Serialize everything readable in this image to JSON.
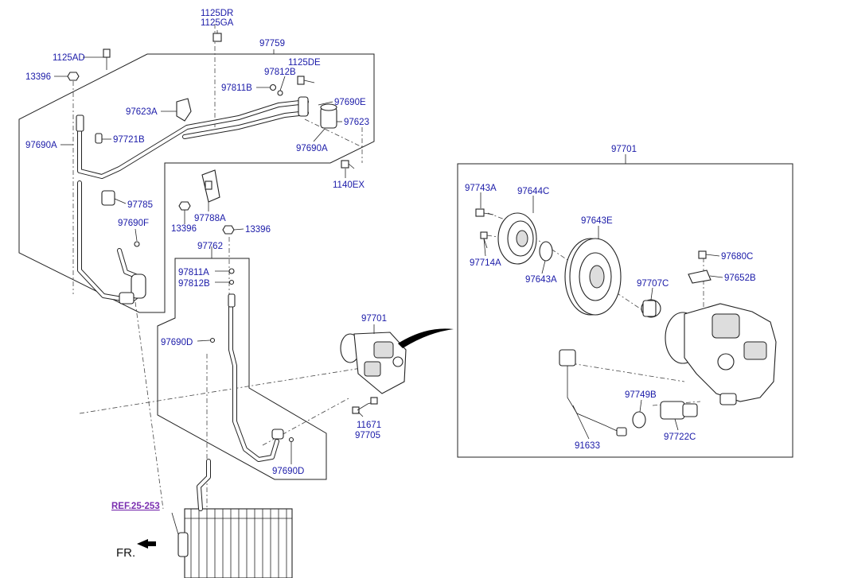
{
  "labels": {
    "l1125dr": "1125DR",
    "l1125ga": "1125GA",
    "l97759": "97759",
    "l1125ad": "1125AD",
    "l13396a": "13396",
    "l97812b_a": "97812B",
    "l1125de": "1125DE",
    "l97811b": "97811B",
    "l97623a": "97623A",
    "l97690e": "97690E",
    "l97623": "97623",
    "l97690a_l": "97690A",
    "l97721b": "97721B",
    "l97690a_r": "97690A",
    "l1140ex": "1140EX",
    "l97785": "97785",
    "l97788a": "97788A",
    "l13396b": "13396",
    "l13396c": "13396",
    "l97690f": "97690F",
    "l97762": "97762",
    "l97811a": "97811A",
    "l97812b_b": "97812B",
    "l97690d_a": "97690D",
    "l97701_a": "97701",
    "l11671": "11671",
    "l97705": "97705",
    "l97690d_b": "97690D",
    "l97701_b": "97701",
    "l97743a": "97743A",
    "l97644c": "97644C",
    "l97643e": "97643E",
    "l97714a": "97714A",
    "l97643a": "97643A",
    "l97680c": "97680C",
    "l97652b": "97652B",
    "l97707c": "97707C",
    "l97749b": "97749B",
    "l97722c": "97722C",
    "l91633": "91633",
    "ref": "REF.25-253",
    "fr": "FR."
  }
}
